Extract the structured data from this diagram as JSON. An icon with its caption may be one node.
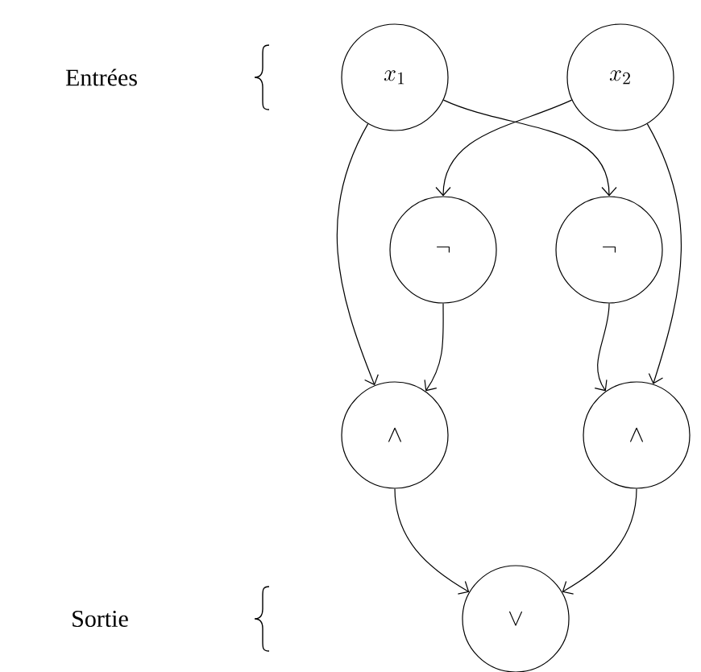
{
  "diagram": {
    "nodes": [
      {
        "text": [
          "x_1"
        ]
      },
      {
        "text": [
          "x_2"
        ]
      },
      {
        "text": [
          "\\neg"
        ]
      },
      {
        "text": [
          "\\neg"
        ]
      },
      {
        "text": [
          "\\wedge"
        ]
      },
      {
        "text": [
          "\\wedge"
        ]
      },
      {
        "text": [
          "\\vee"
        ]
      }
    ],
    "edges": [
      {
        "from": 0,
        "to": 3,
        "arrow": "to"
      },
      {
        "from": 1,
        "to": 2,
        "arrow": "to"
      },
      {
        "from": 0,
        "to": 4,
        "arrow": "to"
      },
      {
        "from": 2,
        "to": 4,
        "arrow": "to"
      },
      {
        "from": 3,
        "to": 5,
        "arrow": "to"
      },
      {
        "from": 1,
        "to": 5,
        "arrow": "to"
      },
      {
        "from": 4,
        "to": 6,
        "arrow": "to"
      },
      {
        "from": 5,
        "to": 6,
        "arrow": "to"
      }
    ],
    "labels": [
      "Entrées",
      "Sortie"
    ]
  }
}
